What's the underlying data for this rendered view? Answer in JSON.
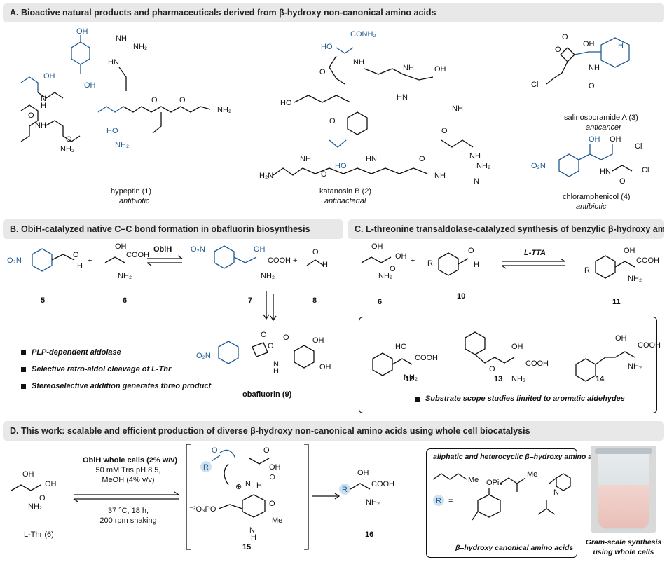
{
  "panel_a": {
    "header": "A. Bioactive natural products and pharmaceuticals derived from β-hydroxy non-canonical amino acids",
    "hypeptin_name": "hypeptin (1)",
    "hypeptin_activity": "antibiotic",
    "katanosin_name": "katanosin B (2)",
    "katanosin_activity": "antibacterial",
    "salino_name": "salinosporamide A (3)",
    "salino_activity": "anticancer",
    "chloram_name": "chloramphenicol (4)",
    "chloram_activity": "antibiotic"
  },
  "panel_b": {
    "header": "B. ObiH-catalyzed native C–C bond formation in obafluorin biosynthesis",
    "enzyme": "ObiH",
    "compounds": [
      "5",
      "6",
      "7",
      "8"
    ],
    "product_name": "obafluorin (9)",
    "bullets": [
      "PLP-dependent aldolase",
      "Selective retro-aldol cleavage of L-Thr",
      "Stereoselective addition generates threo product"
    ]
  },
  "panel_c": {
    "header": "C. L-threonine transaldolase-catalyzed synthesis of benzylic β-hydroxy amino acids",
    "enzyme": "L-TTA",
    "compounds": [
      "6",
      "10",
      "11",
      "12",
      "13",
      "14"
    ],
    "note": "Substrate scope studies limited to aromatic aldehydes"
  },
  "panel_d": {
    "header": "D. This work: scalable and efficient production of diverse β-hydroxy non-canonical amino acids using whole cell biocatalysis",
    "substrate_label": "L-Thr (6)",
    "conditions_top": [
      "ObiH whole cells (2% w/v)",
      "50 mM Tris pH 8.5,",
      "MeOH (4% v/v)"
    ],
    "conditions_bottom": [
      "37 °C, 18 h,",
      "200 rpm shaking"
    ],
    "intermediate": "15",
    "product": "16",
    "scope_title": "aliphatic and heterocyclic β–hydroxy amino acids",
    "scope_bottom": "β–hydroxy canonical amino acids",
    "r_equals": "=",
    "photo_caption": [
      "Gram-scale synthesis",
      "using whole cells"
    ]
  },
  "colors": {
    "accent_blue": "#1f5a92",
    "header_bg": "#e8e8e8"
  }
}
